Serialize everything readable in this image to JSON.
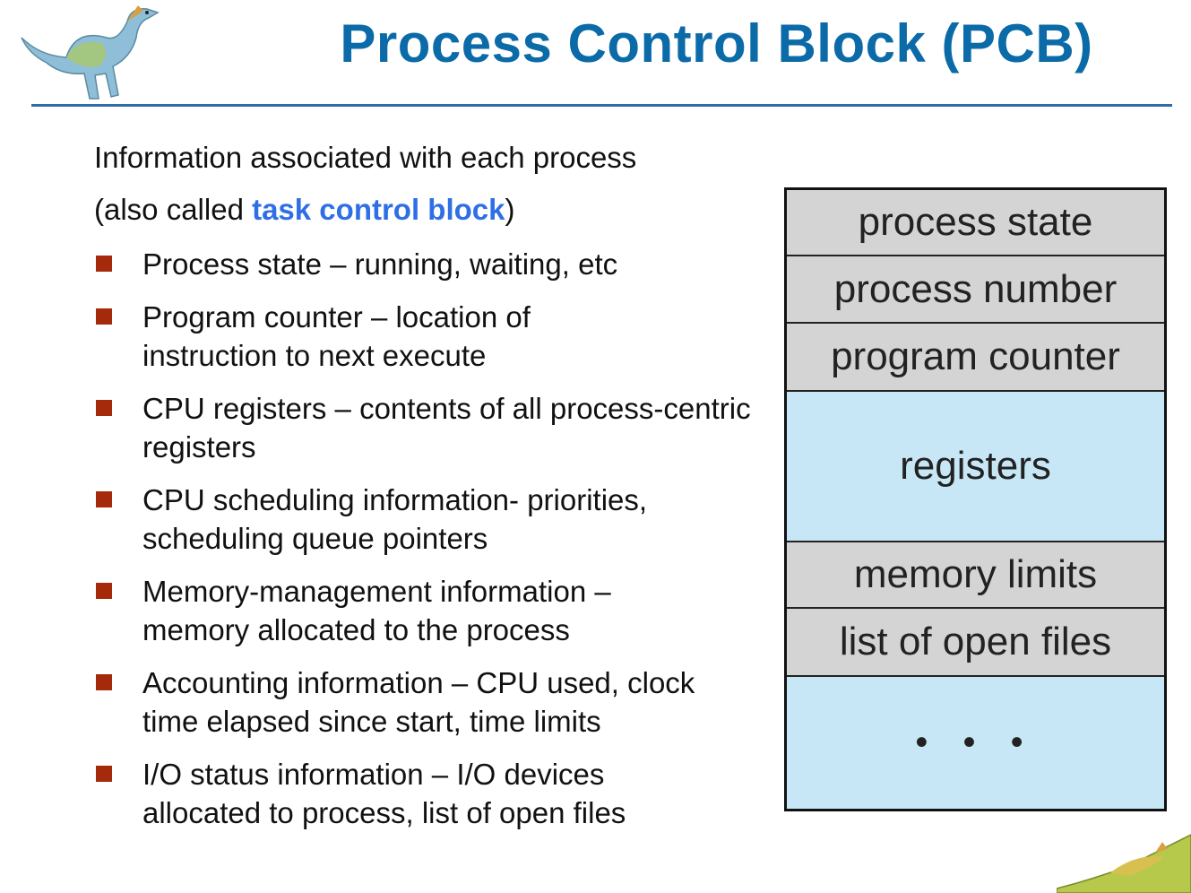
{
  "slide": {
    "title": "Process Control Block (PCB)",
    "intro_line1": "Information associated with each process",
    "intro_line2_pre": "(also called ",
    "intro_line2_highlight": "task control block",
    "intro_line2_post": ")",
    "bullets": [
      {
        "text": "Process state – running, waiting, etc"
      },
      {
        "text": "Program counter – location of instruction to next execute"
      },
      {
        "text": "CPU registers – contents of all process-centric registers"
      },
      {
        "text": "CPU scheduling information- priorities, scheduling queue pointers"
      },
      {
        "text": "Memory-management information – memory allocated to the process"
      },
      {
        "text": "Accounting information – CPU used, clock time elapsed since start, time limits"
      },
      {
        "text": "I/O status information – I/O devices allocated to process, list of open files"
      }
    ]
  },
  "pcb_diagram": {
    "cells": [
      {
        "label": "process state"
      },
      {
        "label": "process number"
      },
      {
        "label": "program counter"
      },
      {
        "label": "registers"
      },
      {
        "label": "memory limits"
      },
      {
        "label": "list of open files"
      },
      {
        "label": "• • •"
      }
    ]
  },
  "colors": {
    "title": "#0b6aa8",
    "rule": "#2f6da7",
    "highlight": "#2f6fe6",
    "bullet": "#a52a0c",
    "cell_gray": "#d4d4d4",
    "cell_blue": "#c7e7f7"
  }
}
